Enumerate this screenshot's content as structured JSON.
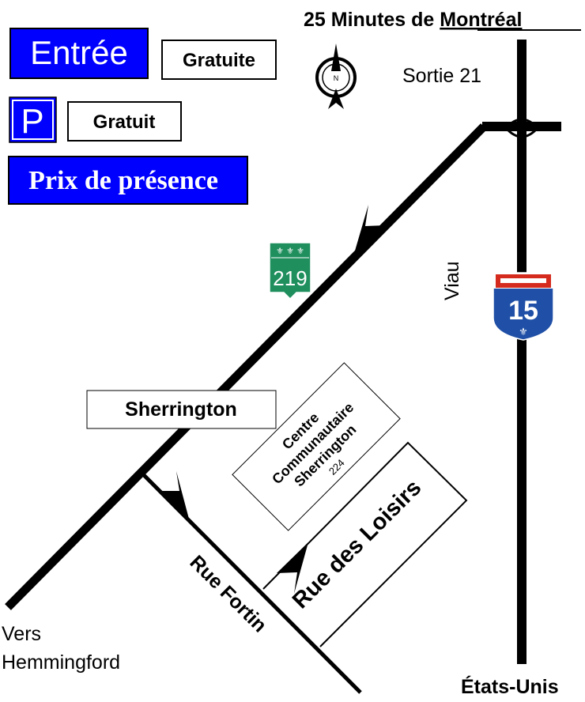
{
  "header": {
    "minutes_prefix": "25 Minutes de ",
    "city": "Montréal"
  },
  "legend": {
    "entry_label": "Entrée",
    "entry_value": "Gratuite",
    "parking_symbol": "P",
    "parking_value": "Gratuit",
    "prizes_label": "Prix de présence"
  },
  "compass": {
    "north_letter": "N"
  },
  "map": {
    "exit_label": "Sortie 21",
    "viau_label": "Viau",
    "route_219": "219",
    "highway_15": "15",
    "town_label": "Sherrington",
    "destination_lines": [
      "Centre",
      "Communautaire",
      "Sherrington",
      "224"
    ],
    "rue_loisirs": "Rue des Loisirs",
    "rue_fortin": "Rue Fortin",
    "vers_line1": "Vers",
    "vers_line2": "Hemmingford",
    "south_label": "États-Unis"
  },
  "colors": {
    "blue": "#0000ff",
    "route_green": "#1f8f5e",
    "highway_blue": "#1f4fa6",
    "highway_red": "#d52b1e"
  }
}
